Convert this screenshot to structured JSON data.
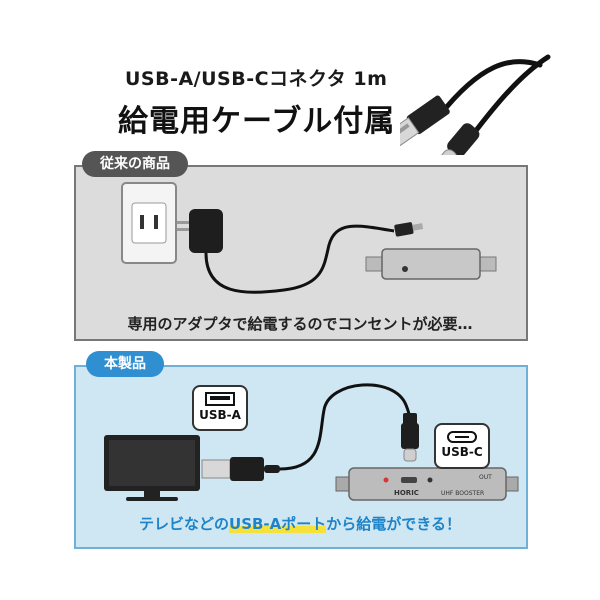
{
  "header": {
    "subtitle": "USB-A/USB-Cコネクタ 1m",
    "title": "給電用ケーブル付属"
  },
  "conventional": {
    "tab_label": "従来の商品",
    "caption": "専用のアダプタで給電するのでコンセントが必要…"
  },
  "product": {
    "tab_label": "本製品",
    "usb_a_label": "USB-A",
    "usb_c_label": "USB-C",
    "booster_brand": "HORIC",
    "booster_model": "UHF BOOSTER",
    "booster_out": "OUT",
    "caption_pre": "テレビなどの",
    "caption_highlight": "USB-Aポート",
    "caption_post": "から給電ができる！"
  },
  "colors": {
    "accent_blue": "#1d84c9",
    "highlight_yellow": "#f6e13a",
    "old_panel": "#dcdcdc",
    "new_panel": "#cfe6f3"
  }
}
